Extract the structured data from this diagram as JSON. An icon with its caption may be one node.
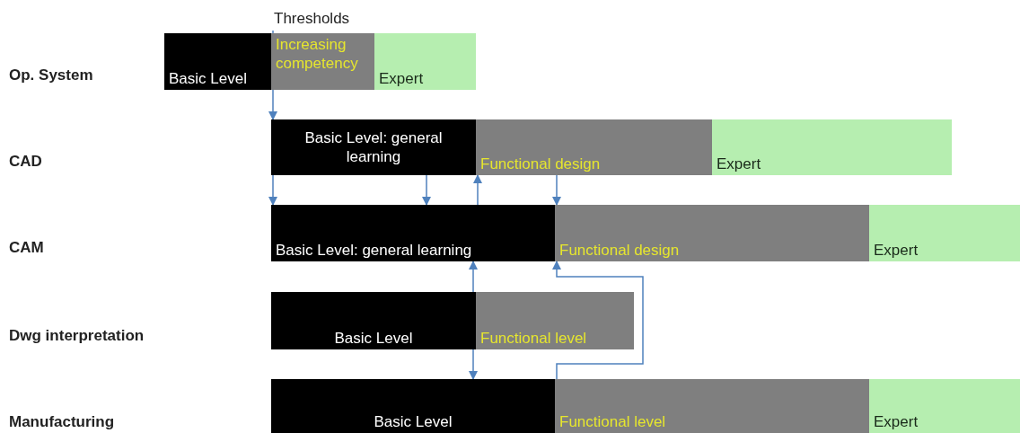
{
  "diagram": {
    "nodes": [
      {
        "text": [
          "Thresholds"
        ]
      },
      {
        "text": [
          "Basic Level"
        ]
      },
      {
        "text": [
          "Increasing competency"
        ]
      },
      {
        "text": [
          "Expert"
        ]
      },
      {
        "text": [
          "Basic Level: general learning"
        ]
      },
      {
        "text": [
          "Functional design"
        ]
      },
      {
        "text": [
          "Expert"
        ]
      },
      {
        "text": [
          "Basic Level: general learning"
        ]
      },
      {
        "text": [
          "Functional design"
        ]
      },
      {
        "text": [
          "Expert"
        ]
      },
      {
        "text": [
          "Basic Level"
        ]
      },
      {
        "text": [
          "Functional level"
        ]
      },
      {
        "text": [
          "Basic Level"
        ]
      },
      {
        "text": [
          "Functional level"
        ]
      },
      {
        "text": [
          "Expert"
        ]
      }
    ],
    "edges": [
      {
        "from": 0,
        "to": 4,
        "arrow": "to"
      },
      {
        "from": 4,
        "to": 7,
        "arrow": "to"
      },
      {
        "from": 4,
        "to": 7,
        "arrow": "to"
      },
      {
        "from": 7,
        "to": 5,
        "arrow": "to"
      },
      {
        "from": 5,
        "to": 8,
        "arrow": "to"
      },
      {
        "from": 10,
        "to": 7,
        "arrow": "to"
      },
      {
        "from": 13,
        "to": 8,
        "arrow": "to"
      },
      {
        "from": 10,
        "to": 12,
        "arrow": "to"
      }
    ],
    "labels": [
      "Op. System",
      "CAD",
      "CAM",
      "Dwg interpretation",
      "Manufacturing"
    ]
  }
}
